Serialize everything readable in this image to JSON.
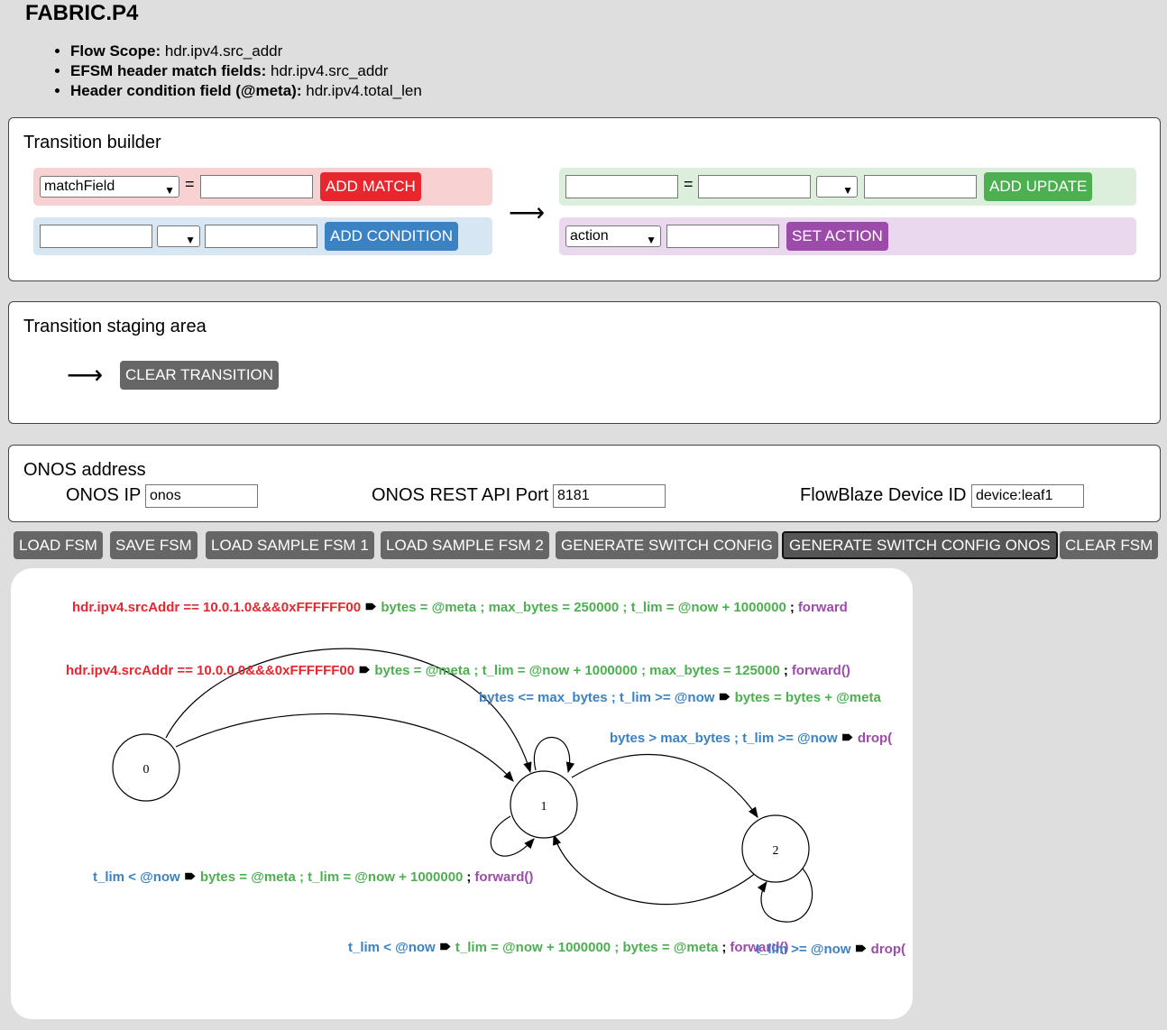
{
  "header": {
    "title": "FABRIC.P4",
    "info": [
      {
        "label": "Flow Scope:",
        "value": "hdr.ipv4.src_addr"
      },
      {
        "label": "EFSM header match fields:",
        "value": "hdr.ipv4.src_addr"
      },
      {
        "label": "Header condition field (@meta):",
        "value": "hdr.ipv4.total_len"
      }
    ]
  },
  "builder": {
    "title": "Transition builder",
    "match_select": "matchField",
    "eq": "=",
    "add_match": "ADD MATCH",
    "add_condition": "ADD CONDITION",
    "add_update": "ADD UPDATE",
    "action_select": "action",
    "set_action": "SET ACTION",
    "arrow": "⟶"
  },
  "staging": {
    "title": "Transition staging area",
    "arrow": "⟶",
    "clear": "CLEAR TRANSITION"
  },
  "onos": {
    "title": "ONOS address",
    "ip_label": "ONOS IP",
    "ip_value": "onos",
    "port_label": "ONOS REST API Port",
    "port_value": "8181",
    "device_label": "FlowBlaze Device ID",
    "device_value": "device:leaf1"
  },
  "toolbar": {
    "load_fsm": "LOAD FSM",
    "save_fsm": "SAVE FSM",
    "load_sample_1": "LOAD SAMPLE FSM 1",
    "load_sample_2": "LOAD SAMPLE FSM 2",
    "gen_config": "GENERATE SWITCH CONFIG",
    "gen_config_onos": "GENERATE SWITCH CONFIG ONOS",
    "clear_fsm": "CLEAR FSM"
  },
  "colors": {
    "match": "#e8262e",
    "update": "#4cb050",
    "condition": "#3a82c4",
    "action": "#9c4bab",
    "match_row": "#f8d2d2",
    "update_row": "#dcefdc",
    "condition_row": "#d7e6f3",
    "action_row": "#ead9ee"
  },
  "fsm": {
    "states": [
      "0",
      "1",
      "2"
    ],
    "arrow_glyph": "🠶",
    "sep": ";",
    "labels": {
      "t1_match": "hdr.ipv4.srcAddr == 10.0.1.0&&&0xFFFFFF00",
      "t1_update": "bytes = @meta ; max_bytes = 250000 ; t_lim = @now + 1000000",
      "t1_action": "forward",
      "t2_match": "hdr.ipv4.srcAddr == 10.0.0.0&&&0xFFFFFF00",
      "t2_update": "bytes = @meta ; t_lim = @now + 1000000 ; max_bytes = 125000",
      "t2_action": "forward()",
      "t3_cond": "bytes <= max_bytes ; t_lim >= @now",
      "t3_update": "bytes = bytes + @meta",
      "t4_cond": "bytes > max_bytes ; t_lim >= @now",
      "t4_action": "drop(",
      "t5_cond": "t_lim < @now",
      "t5_update": "bytes = @meta ; t_lim = @now + 1000000",
      "t5_action": "forward()",
      "t6_cond": "t_lim < @now",
      "t6_update": "t_lim = @now + 1000000 ; bytes = @meta",
      "t6_action": "forward()",
      "t7_cond": "t_lim >= @now",
      "t7_action": "drop("
    }
  }
}
